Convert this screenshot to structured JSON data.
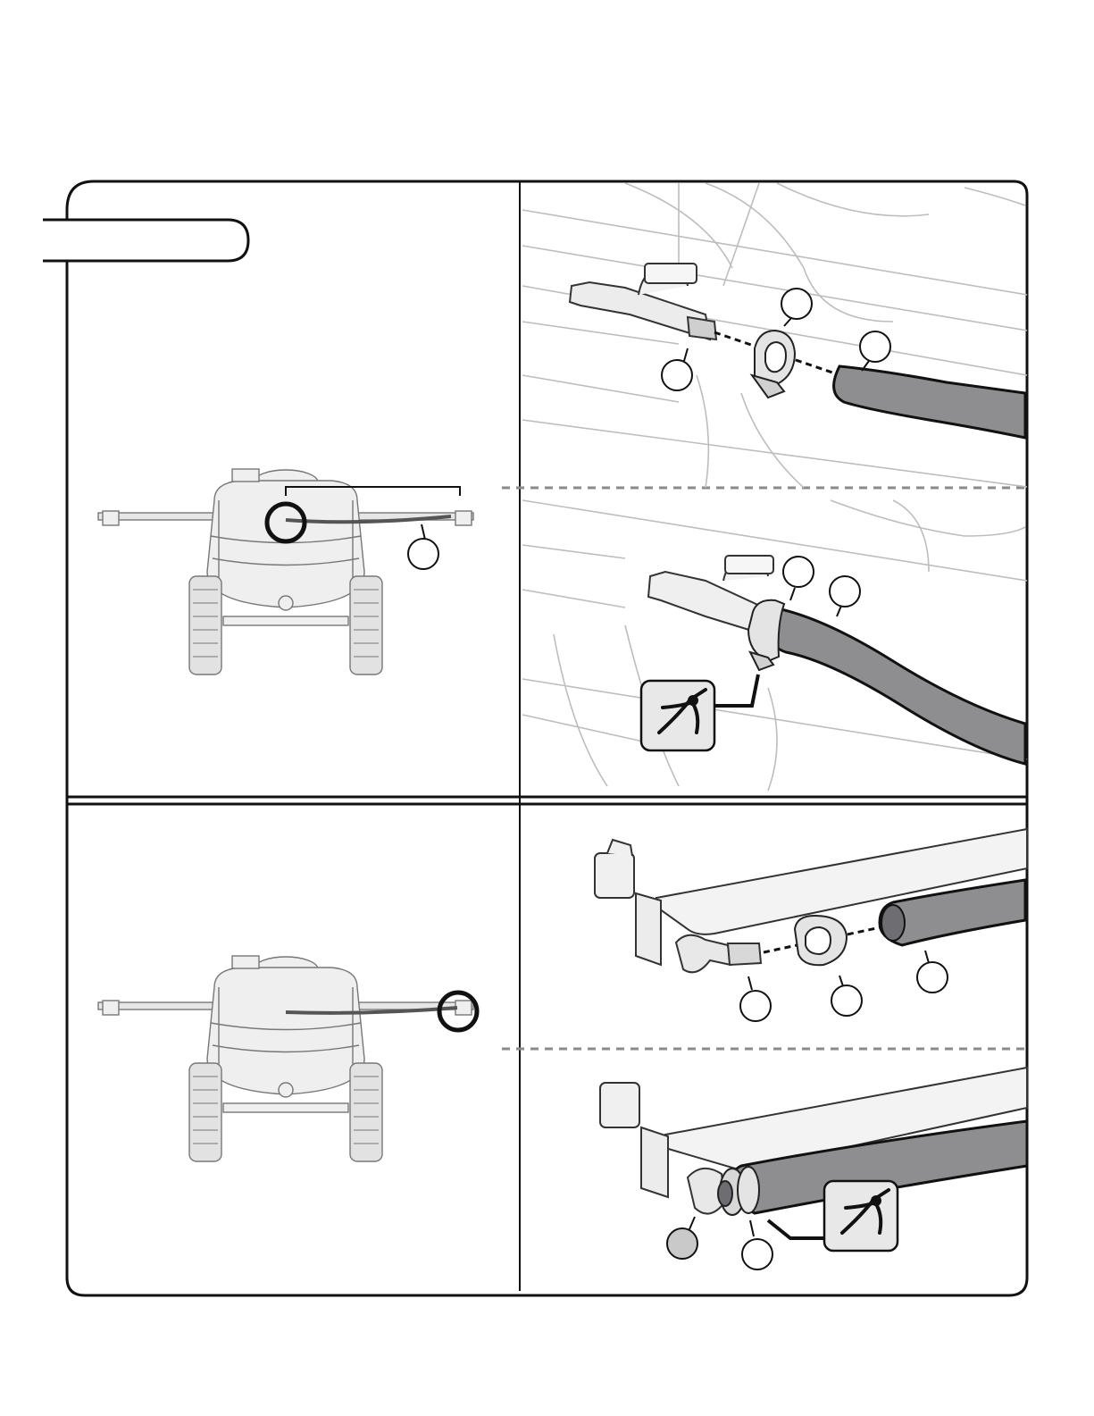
{
  "page": {
    "title": "",
    "step_badge_text": ""
  },
  "colors": {
    "line": "#111111",
    "hose": "#8e8e91",
    "hose_dark": "#6e6e72",
    "light_fill": "#ececec",
    "mid_fill": "#d4d4d4",
    "bg_sketch": "#c8c8c8",
    "callout_fill_highlight": "#c9c9c9",
    "tool_badge_fill": "#e8e8e8",
    "divider_dash": "#8a8a8a"
  },
  "panels": [
    {
      "id": "panel-1a",
      "description_text": ""
    },
    {
      "id": "panel-1b",
      "description_text": ""
    },
    {
      "id": "panel-2a",
      "description_text": ""
    },
    {
      "id": "panel-2b",
      "description_text": ""
    }
  ],
  "callouts": [
    {
      "id": "c1",
      "label": ""
    },
    {
      "id": "c2",
      "label": ""
    },
    {
      "id": "c3",
      "label": ""
    },
    {
      "id": "c4",
      "label": ""
    },
    {
      "id": "c5",
      "label": ""
    },
    {
      "id": "c6",
      "label": ""
    },
    {
      "id": "c7",
      "label": ""
    },
    {
      "id": "c8",
      "label": ""
    },
    {
      "id": "c9",
      "label": ""
    },
    {
      "id": "c10",
      "label": ""
    },
    {
      "id": "c11",
      "label": ""
    },
    {
      "id": "c12",
      "label": ""
    }
  ],
  "icons": [
    "pliers-icon",
    "pliers-icon"
  ]
}
